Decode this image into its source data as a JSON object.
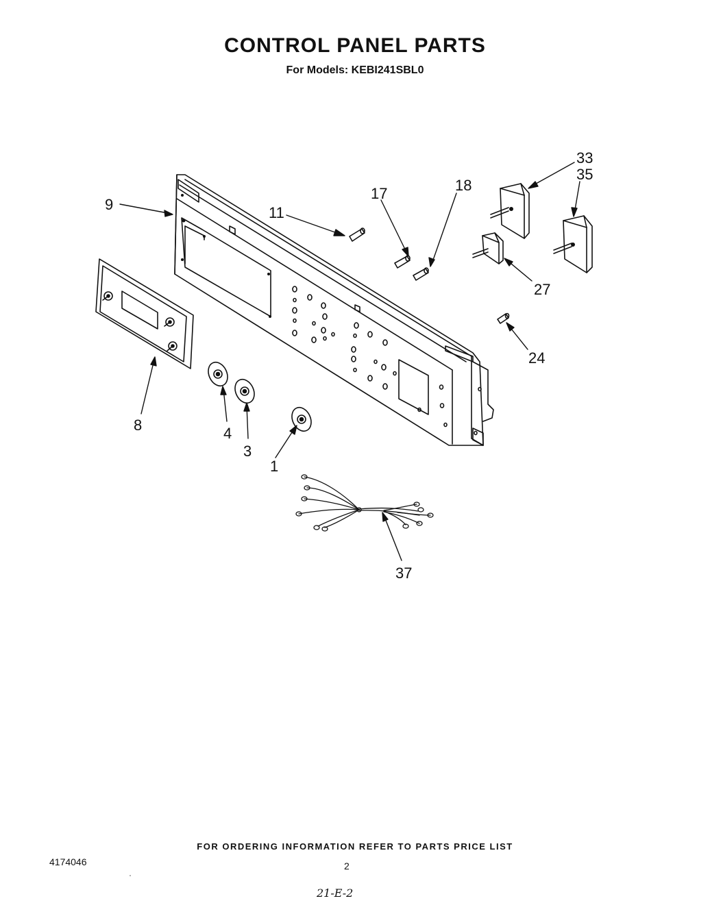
{
  "header": {
    "title": "CONTROL PANEL PARTS",
    "subtitle": "For Models: KEBI241SBL0"
  },
  "callouts": [
    "9",
    "11",
    "17",
    "18",
    "33",
    "35",
    "27",
    "24",
    "8",
    "4",
    "3",
    "1",
    "37"
  ],
  "footer": {
    "ordering_note": "FOR ORDERING INFORMATION REFER TO PARTS PRICE LIST",
    "document_number": "4174046",
    "page_number": "2",
    "handwritten_note": "21-E-2"
  }
}
